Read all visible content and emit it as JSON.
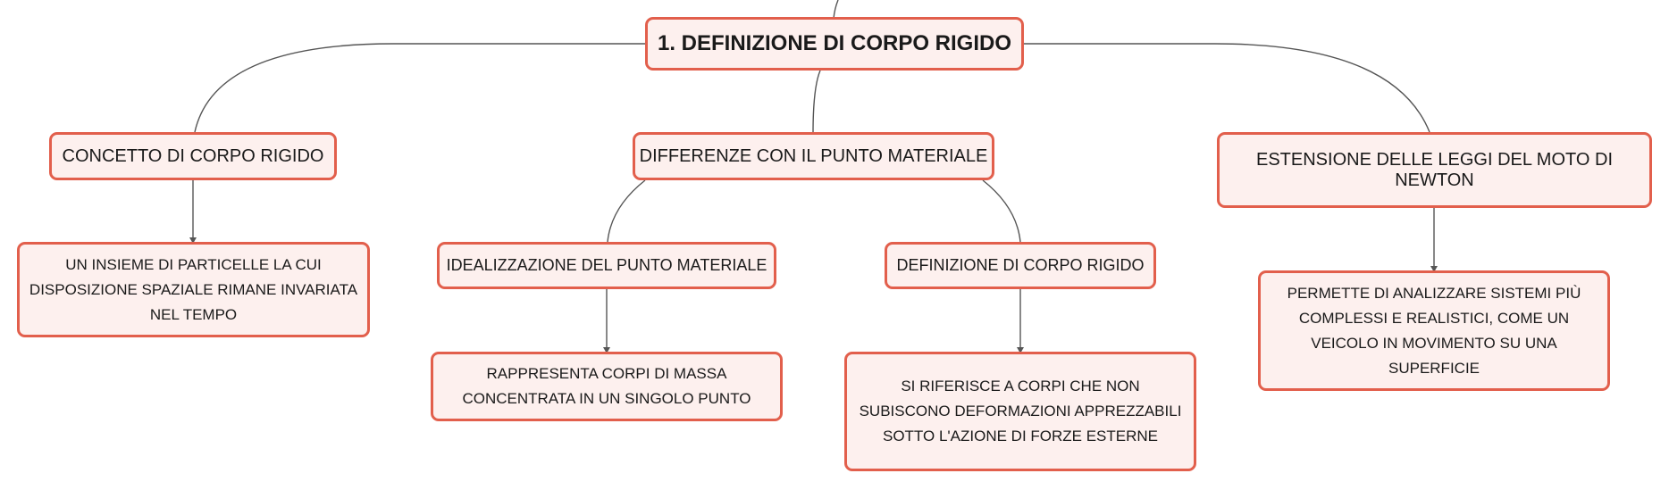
{
  "mindmap": {
    "root": "1. DEFINIZIONE DI CORPO RIGIDO",
    "branches": [
      {
        "label": "CONCETTO DI CORPO RIGIDO",
        "detail": "UN INSIEME DI PARTICELLE LA CUI DISPOSIZIONE SPAZIALE RIMANE INVARIATA NEL TEMPO"
      },
      {
        "label": "DIFFERENZE CON IL PUNTO MATERIALE",
        "children": [
          {
            "label": "IDEALIZZAZIONE DEL PUNTO MATERIALE",
            "detail": "RAPPRESENTA CORPI DI MASSA CONCENTRATA IN UN SINGOLO PUNTO"
          },
          {
            "label": "DEFINIZIONE DI CORPO RIGIDO",
            "detail": "SI RIFERISCE A CORPI CHE NON SUBISCONO DEFORMAZIONI APPREZZABILI SOTTO L'AZIONE DI FORZE ESTERNE"
          }
        ]
      },
      {
        "label": "ESTENSIONE DELLE LEGGI DEL MOTO DI NEWTON",
        "detail": "PERMETTE DI ANALIZZARE SISTEMI PIÙ COMPLESSI E REALISTICI, COME UN VEICOLO IN MOVIMENTO SU UNA SUPERFICIE"
      }
    ]
  },
  "colors": {
    "node_border": "#e25f4c",
    "node_fill": "#fdf0ee",
    "connector": "#555555"
  }
}
